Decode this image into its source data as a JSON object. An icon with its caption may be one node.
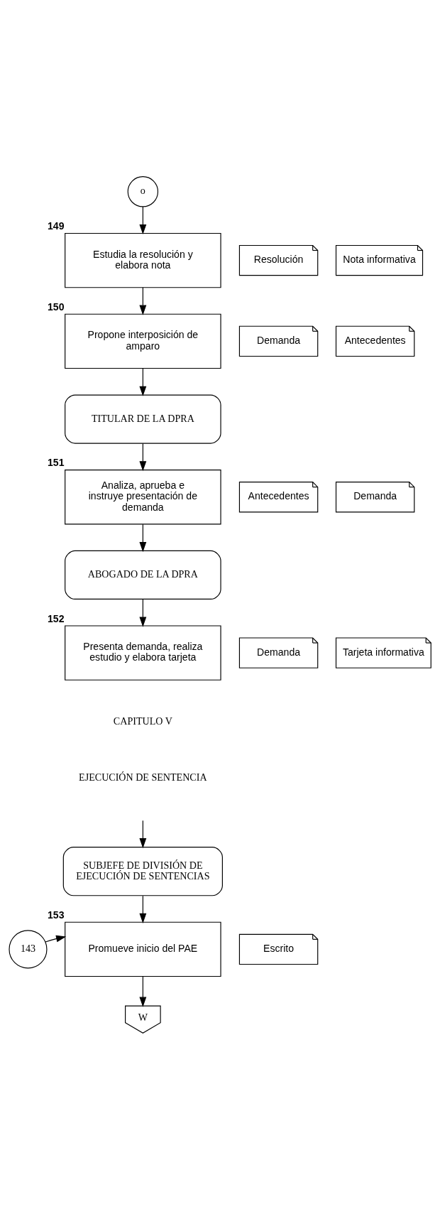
{
  "diagram": {
    "nodes": [
      {
        "text": [
          "o"
        ]
      },
      {
        "text": [
          "Estudia la resolución y elabora nota"
        ],
        "beside": [
          "149"
        ]
      },
      {
        "text": [
          "Resolución"
        ]
      },
      {
        "text": [
          "Nota informativa"
        ]
      },
      {
        "text": [
          "Propone interposición de amparo"
        ],
        "beside": [
          "150"
        ]
      },
      {
        "text": [
          "Demanda"
        ]
      },
      {
        "text": [
          "Antecedentes"
        ]
      },
      {
        "text": [
          "TITULAR DE LA DPRA"
        ]
      },
      {
        "text": [
          "Analiza, aprueba e instruye presentación de demanda"
        ],
        "beside": [
          "151"
        ]
      },
      {
        "text": [
          "Antecedentes"
        ]
      },
      {
        "text": [
          "Demanda"
        ]
      },
      {
        "text": [
          "ABOGADO DE LA DPRA"
        ]
      },
      {
        "text": [
          "Presenta demanda, realiza estudio y elabora tarjeta"
        ],
        "beside": [
          "152"
        ]
      },
      {
        "text": [
          "Demanda"
        ]
      },
      {
        "text": [
          "Tarjeta informativa"
        ]
      },
      {
        "text": [
          "SUBJEFE DE DIVISIÓN DE EJECUCIÓN DE SENTENCIAS"
        ]
      },
      {
        "text": [
          "Promueve inicio del PAE"
        ],
        "beside": [
          "153"
        ]
      },
      {
        "text": [
          "143"
        ]
      },
      {
        "text": [
          "Escrito"
        ]
      },
      {
        "text": [
          "W"
        ]
      }
    ],
    "edges": [
      {
        "from": 0,
        "to": 1,
        "arrow": "to"
      },
      {
        "from": 1,
        "to": 4,
        "arrow": "to"
      },
      {
        "from": 4,
        "to": 7,
        "arrow": "to"
      },
      {
        "from": 7,
        "to": 8,
        "arrow": "to"
      },
      {
        "from": 8,
        "to": 11,
        "arrow": "to"
      },
      {
        "from": 11,
        "to": 12,
        "arrow": "to"
      },
      {
        "from": null,
        "to": 15,
        "arrow": "to"
      },
      {
        "from": 15,
        "to": 16,
        "arrow": "to"
      },
      {
        "from": 17,
        "to": 16,
        "arrow": "to"
      },
      {
        "from": 16,
        "to": 19,
        "arrow": "to"
      }
    ],
    "labels": [
      "CAPITULO V",
      "EJECUCIÓN DE SENTENCIA"
    ]
  }
}
